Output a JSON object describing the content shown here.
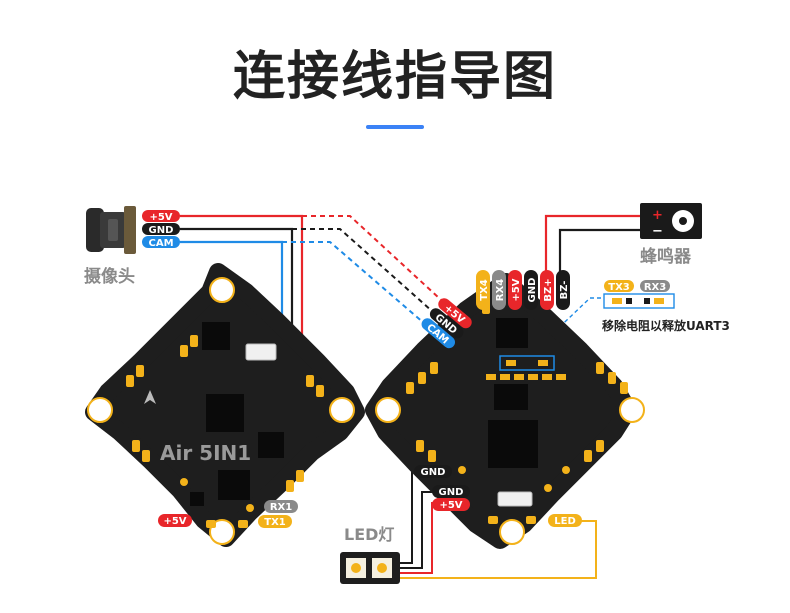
{
  "title": "连接线指导图",
  "colors": {
    "accent": "#3b82f6",
    "board": "#1e1e1e",
    "pad": "#f3b21a",
    "red_tag": "#e8262a",
    "black_tag": "#1a1a1a",
    "blue_tag": "#1f8be6",
    "yellow_tag": "#f3b21a",
    "gray_tag": "#8a8a8a",
    "wire_red": "#e8262a",
    "wire_black": "#1a1a1a",
    "wire_blue": "#1f8be6",
    "wire_yellow": "#f3b21a"
  },
  "camera": {
    "label": "摄像头",
    "pins": {
      "plus5v": "+5V",
      "gnd": "GND",
      "cam": "CAM"
    }
  },
  "buzzer": {
    "label": "蜂鸣器",
    "plus": "+",
    "minus": "−"
  },
  "left_board": {
    "name": "Air 5IN1",
    "rx1": "RX1",
    "tx1": "TX1",
    "plus5v": "+5V"
  },
  "right_board": {
    "top_pins": [
      "TX4",
      "RX4",
      "+5V",
      "GND",
      "BZ+",
      "BZ-"
    ],
    "cam_connector": {
      "plus5v": "+5V",
      "gnd": "GND",
      "cam": "CAM"
    },
    "tx3": "TX3",
    "rx3": "RX3",
    "uart_note": "移除电阻以释放UART3",
    "gnd1": "GND",
    "gnd2": "GND",
    "plus5v": "+5V",
    "led": "LED"
  },
  "led_strip": {
    "label": "LED灯"
  }
}
